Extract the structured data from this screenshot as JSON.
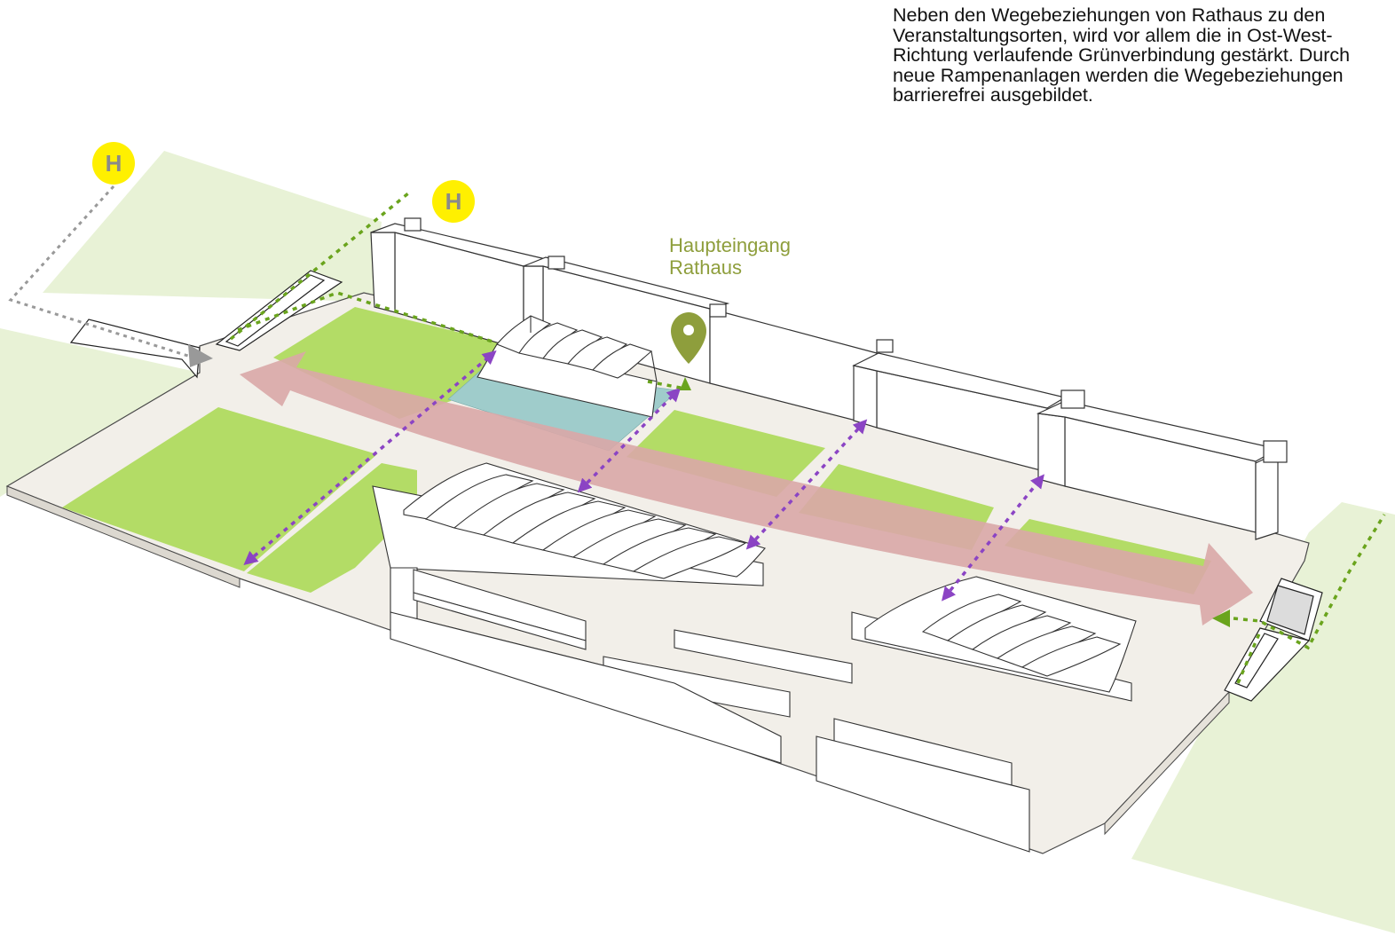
{
  "description": "Neben den Wegebeziehungen von Rathaus zu den Veranstaltungsorten, wird vor allem die in Ost-West-Richtung verlaufende Grünverbindung gestärkt. Durch neue Rampenanlagen werden die Wegebeziehungen barrierefrei ausgebildet.",
  "main_entrance_label": "Haupteingang\nRathaus",
  "bus_stops": [
    {
      "label": "H"
    },
    {
      "label": "H"
    }
  ],
  "colors": {
    "lawn": "#b3dc66",
    "light_green_zone": "#e8f2d6",
    "plaza": "#f2efe9",
    "water_basin": "#9fcccb",
    "east_west_arrow": "#d9a7a7",
    "path_purple": "#8b44c4",
    "path_green": "#6aa41d",
    "path_grey": "#999999",
    "entrance_marker": "#8e9e3c",
    "bus_badge": "#fff000"
  }
}
